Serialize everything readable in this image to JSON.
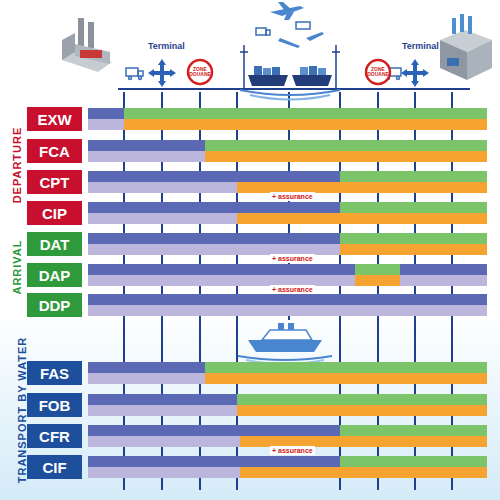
{
  "diagram": {
    "nodes": [
      {
        "text": [
          "EXW"
        ]
      },
      {
        "text": [
          "FCA"
        ]
      },
      {
        "text": [
          "CPT"
        ]
      },
      {
        "text": [
          "CIP"
        ]
      },
      {
        "text": [
          "DAT"
        ]
      },
      {
        "text": [
          "DAP"
        ]
      },
      {
        "text": [
          "DDP"
        ]
      },
      {
        "text": [
          "FAS"
        ]
      },
      {
        "text": [
          "FOB"
        ]
      },
      {
        "text": [
          "CFR"
        ]
      },
      {
        "text": [
          "CIF"
        ]
      }
    ],
    "labels": [
      "Terminal",
      "ZONE DOUANE",
      "ZONE DOUANE",
      "Terminal",
      "DEPARTURE",
      "ARRIVAL",
      "TRANSPORT BY WATER",
      "+ assurance",
      "+ assurance",
      "+ assurance",
      "+ assurance"
    ]
  }
}
